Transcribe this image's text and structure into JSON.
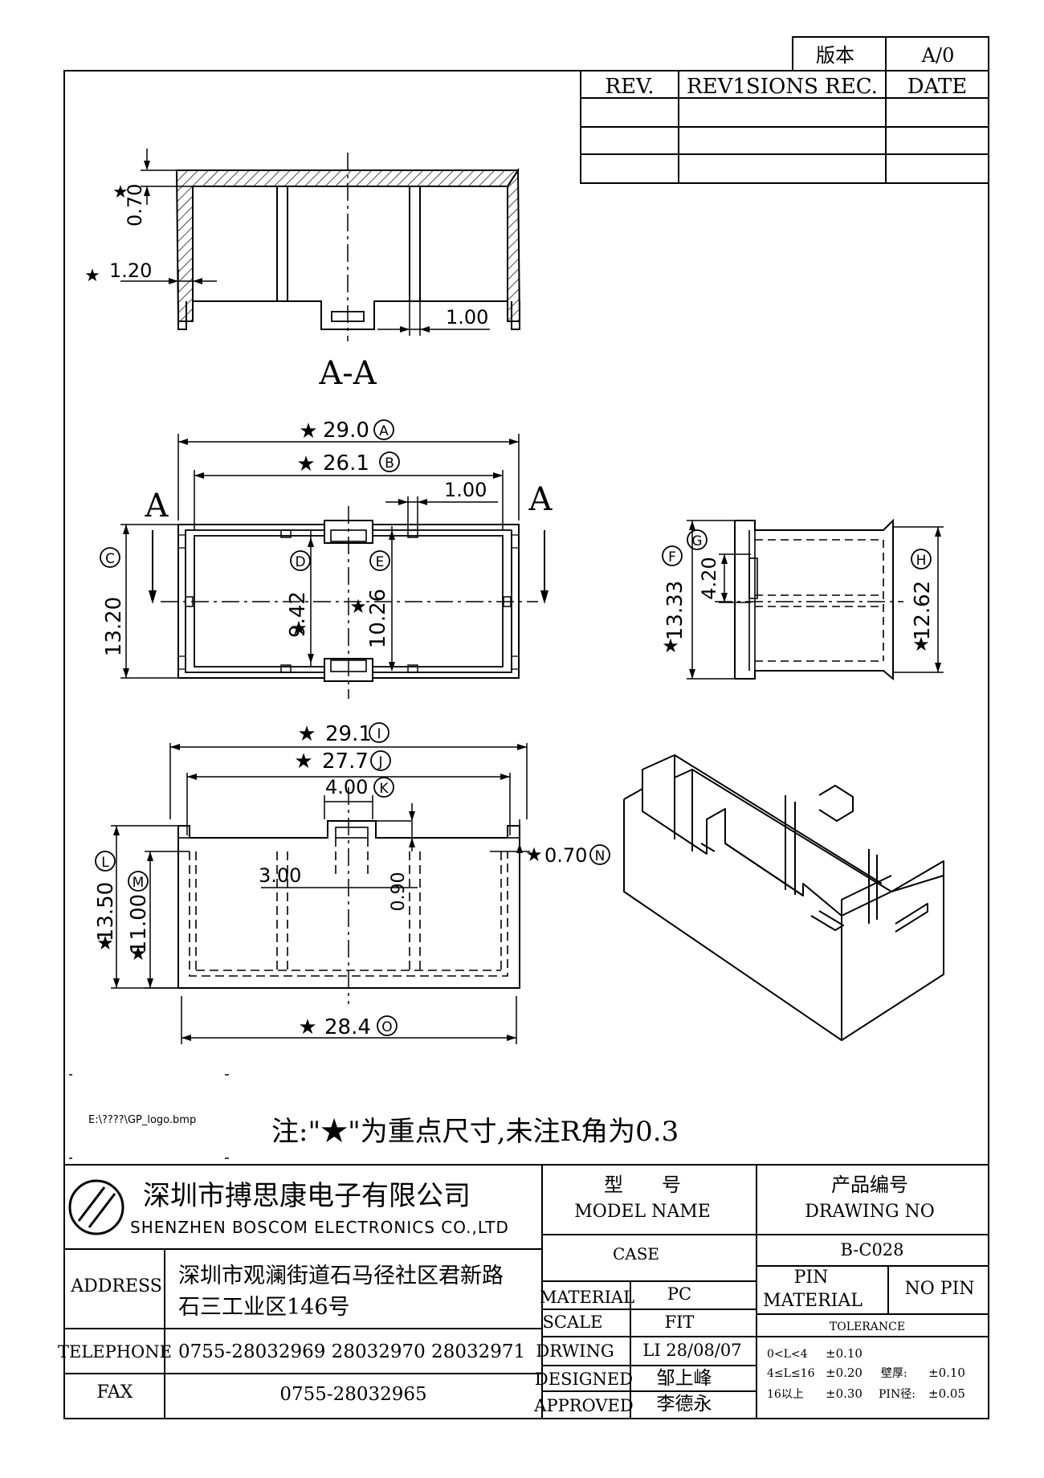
{
  "revision_box": {
    "version_label": "版本",
    "version_value": "A/0",
    "col_rev": "REV.",
    "col_revisions": "REV1SIONS REC.",
    "col_date": "DATE"
  },
  "section_view": {
    "title": "A-A",
    "dim_top_wall": "0.70",
    "dim_side_wall": "1.20",
    "dim_slot": "1.00"
  },
  "top_view": {
    "section_marker_left": "A",
    "section_marker_right": "A",
    "dim_A": "29.0",
    "dim_A_tag": "A",
    "dim_B": "26.1",
    "dim_B_tag": "B",
    "dim_rib": "1.00",
    "dim_C": "13.20",
    "dim_C_tag": "C",
    "dim_D": "9.42",
    "dim_D_tag": "D",
    "dim_E": "10.26",
    "dim_E_tag": "E"
  },
  "side_view": {
    "dim_F": "13.33",
    "dim_F_tag": "F",
    "dim_G": "4.20",
    "dim_G_tag": "G",
    "dim_H": "12.62",
    "dim_H_tag": "H"
  },
  "front_view": {
    "dim_I": "29.1",
    "dim_I_tag": "I",
    "dim_J": "27.7",
    "dim_J_tag": "J",
    "dim_K": "4.00",
    "dim_K_tag": "K",
    "dim_L": "13.50",
    "dim_L_tag": "L",
    "dim_M": "11.00",
    "dim_M_tag": "M",
    "dim_N": "0.70",
    "dim_N_tag": "N",
    "dim_O": "28.4",
    "dim_O_tag": "O",
    "dim_slot_w": "3.00",
    "dim_slot_d": "0.90"
  },
  "star": "★",
  "logo_path": "E:\\????\\GP_logo.bmp",
  "note": "注:\"★\"为重点尺寸,未注R角为0.3",
  "title_block": {
    "company_cn": "深圳市搏思康电子有限公司",
    "company_en": "SHENZHEN BOSCOM ELECTRONICS CO.,LTD",
    "model_label_cn": "型　　号",
    "model_label_en": "MODEL NAME",
    "drawing_no_label_cn": "产品编号",
    "drawing_no_label_en": "DRAWING NO",
    "model_value": "CASE",
    "drawing_no_value": "B-C028",
    "address_label": "ADDRESS",
    "address_line1": "深圳市观澜街道石马径社区君新路",
    "address_line2": "石三工业区146号",
    "telephone_label": "TELEPHONE",
    "telephone_value": "0755-28032969 28032970 28032971",
    "fax_label": "FAX",
    "fax_value": "0755-28032965",
    "material_label": "MATERIAL",
    "material_value": "PC",
    "scale_label": "SCALE",
    "scale_value": "FIT",
    "drawing_label": "DRWING",
    "drawing_value": "LI 28/08/07",
    "designed_label": "DESIGNED",
    "designed_value": "邹上峰",
    "approved_label": "APPROVED",
    "approved_value": "李德永",
    "pin_material_label_1": "PIN",
    "pin_material_label_2": "MATERIAL",
    "pin_material_value": "NO PIN",
    "tolerance_label": "TOLERANCE",
    "tol_r1_range": "0<L<4",
    "tol_r1_value": "±0.10",
    "tol_r2_range": "4≤L≤16",
    "tol_r2_value": "±0.20",
    "tol_r3_range": "16以上",
    "tol_r3_value": "±0.30",
    "wall_label": "壁厚:",
    "wall_value": "±0.10",
    "pin_dia_label": "PIN径:",
    "pin_dia_value": "±0.05"
  }
}
